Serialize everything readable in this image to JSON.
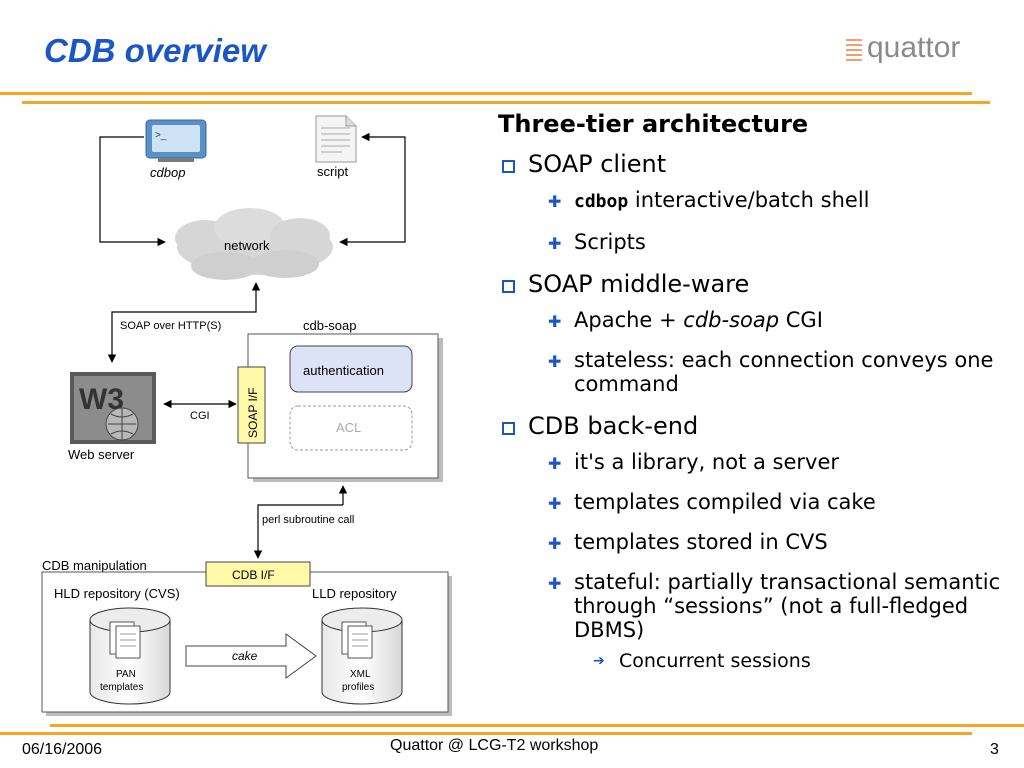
{
  "slide": {
    "title": "CDB overview"
  },
  "logo": {
    "text": "quattor"
  },
  "diagram": {
    "cdbop": "cdbop",
    "script": "script",
    "network": "network",
    "soap_over_http": "SOAP over HTTP(S)",
    "cdb_soap": "cdb-soap",
    "authentication": "authentication",
    "acl": "ACL",
    "soap_if": "SOAP I/F",
    "cgi": "CGI",
    "web_server": "Web server",
    "perl_call": "perl subroutine call",
    "cdb_manipulation": "CDB manipulation",
    "cdb_if": "CDB I/F",
    "hld_repo": "HLD repository (CVS)",
    "lld_repo": "LLD repository",
    "cake": "cake",
    "pan_line1": "PAN",
    "pan_line2": "templates",
    "xml_line1": "XML",
    "xml_line2": "profiles"
  },
  "content": {
    "heading": "Three-tier architecture",
    "sections": [
      {
        "label": "SOAP client",
        "items": [
          {
            "code": "cdbop",
            "text": " interactive/batch shell"
          },
          {
            "text": "Scripts"
          }
        ]
      },
      {
        "label": "SOAP middle-ware",
        "items": [
          {
            "pre": "Apache + ",
            "em": "cdb-soap",
            "post": " CGI"
          },
          {
            "text": "stateless: each connection conveys one command"
          }
        ]
      },
      {
        "label": "CDB back-end",
        "items": [
          {
            "text": "it's a library, not a server"
          },
          {
            "text": "templates compiled via cake"
          },
          {
            "text": "templates stored in CVS"
          },
          {
            "text": "stateful: partially transactional semantic through “sessions” (not a full-fledged DBMS)"
          }
        ],
        "subitem": "Concurrent sessions"
      }
    ]
  },
  "footer": {
    "date": "06/16/2006",
    "center": "Quattor @ LCG-T2 workshop",
    "page": "3"
  }
}
